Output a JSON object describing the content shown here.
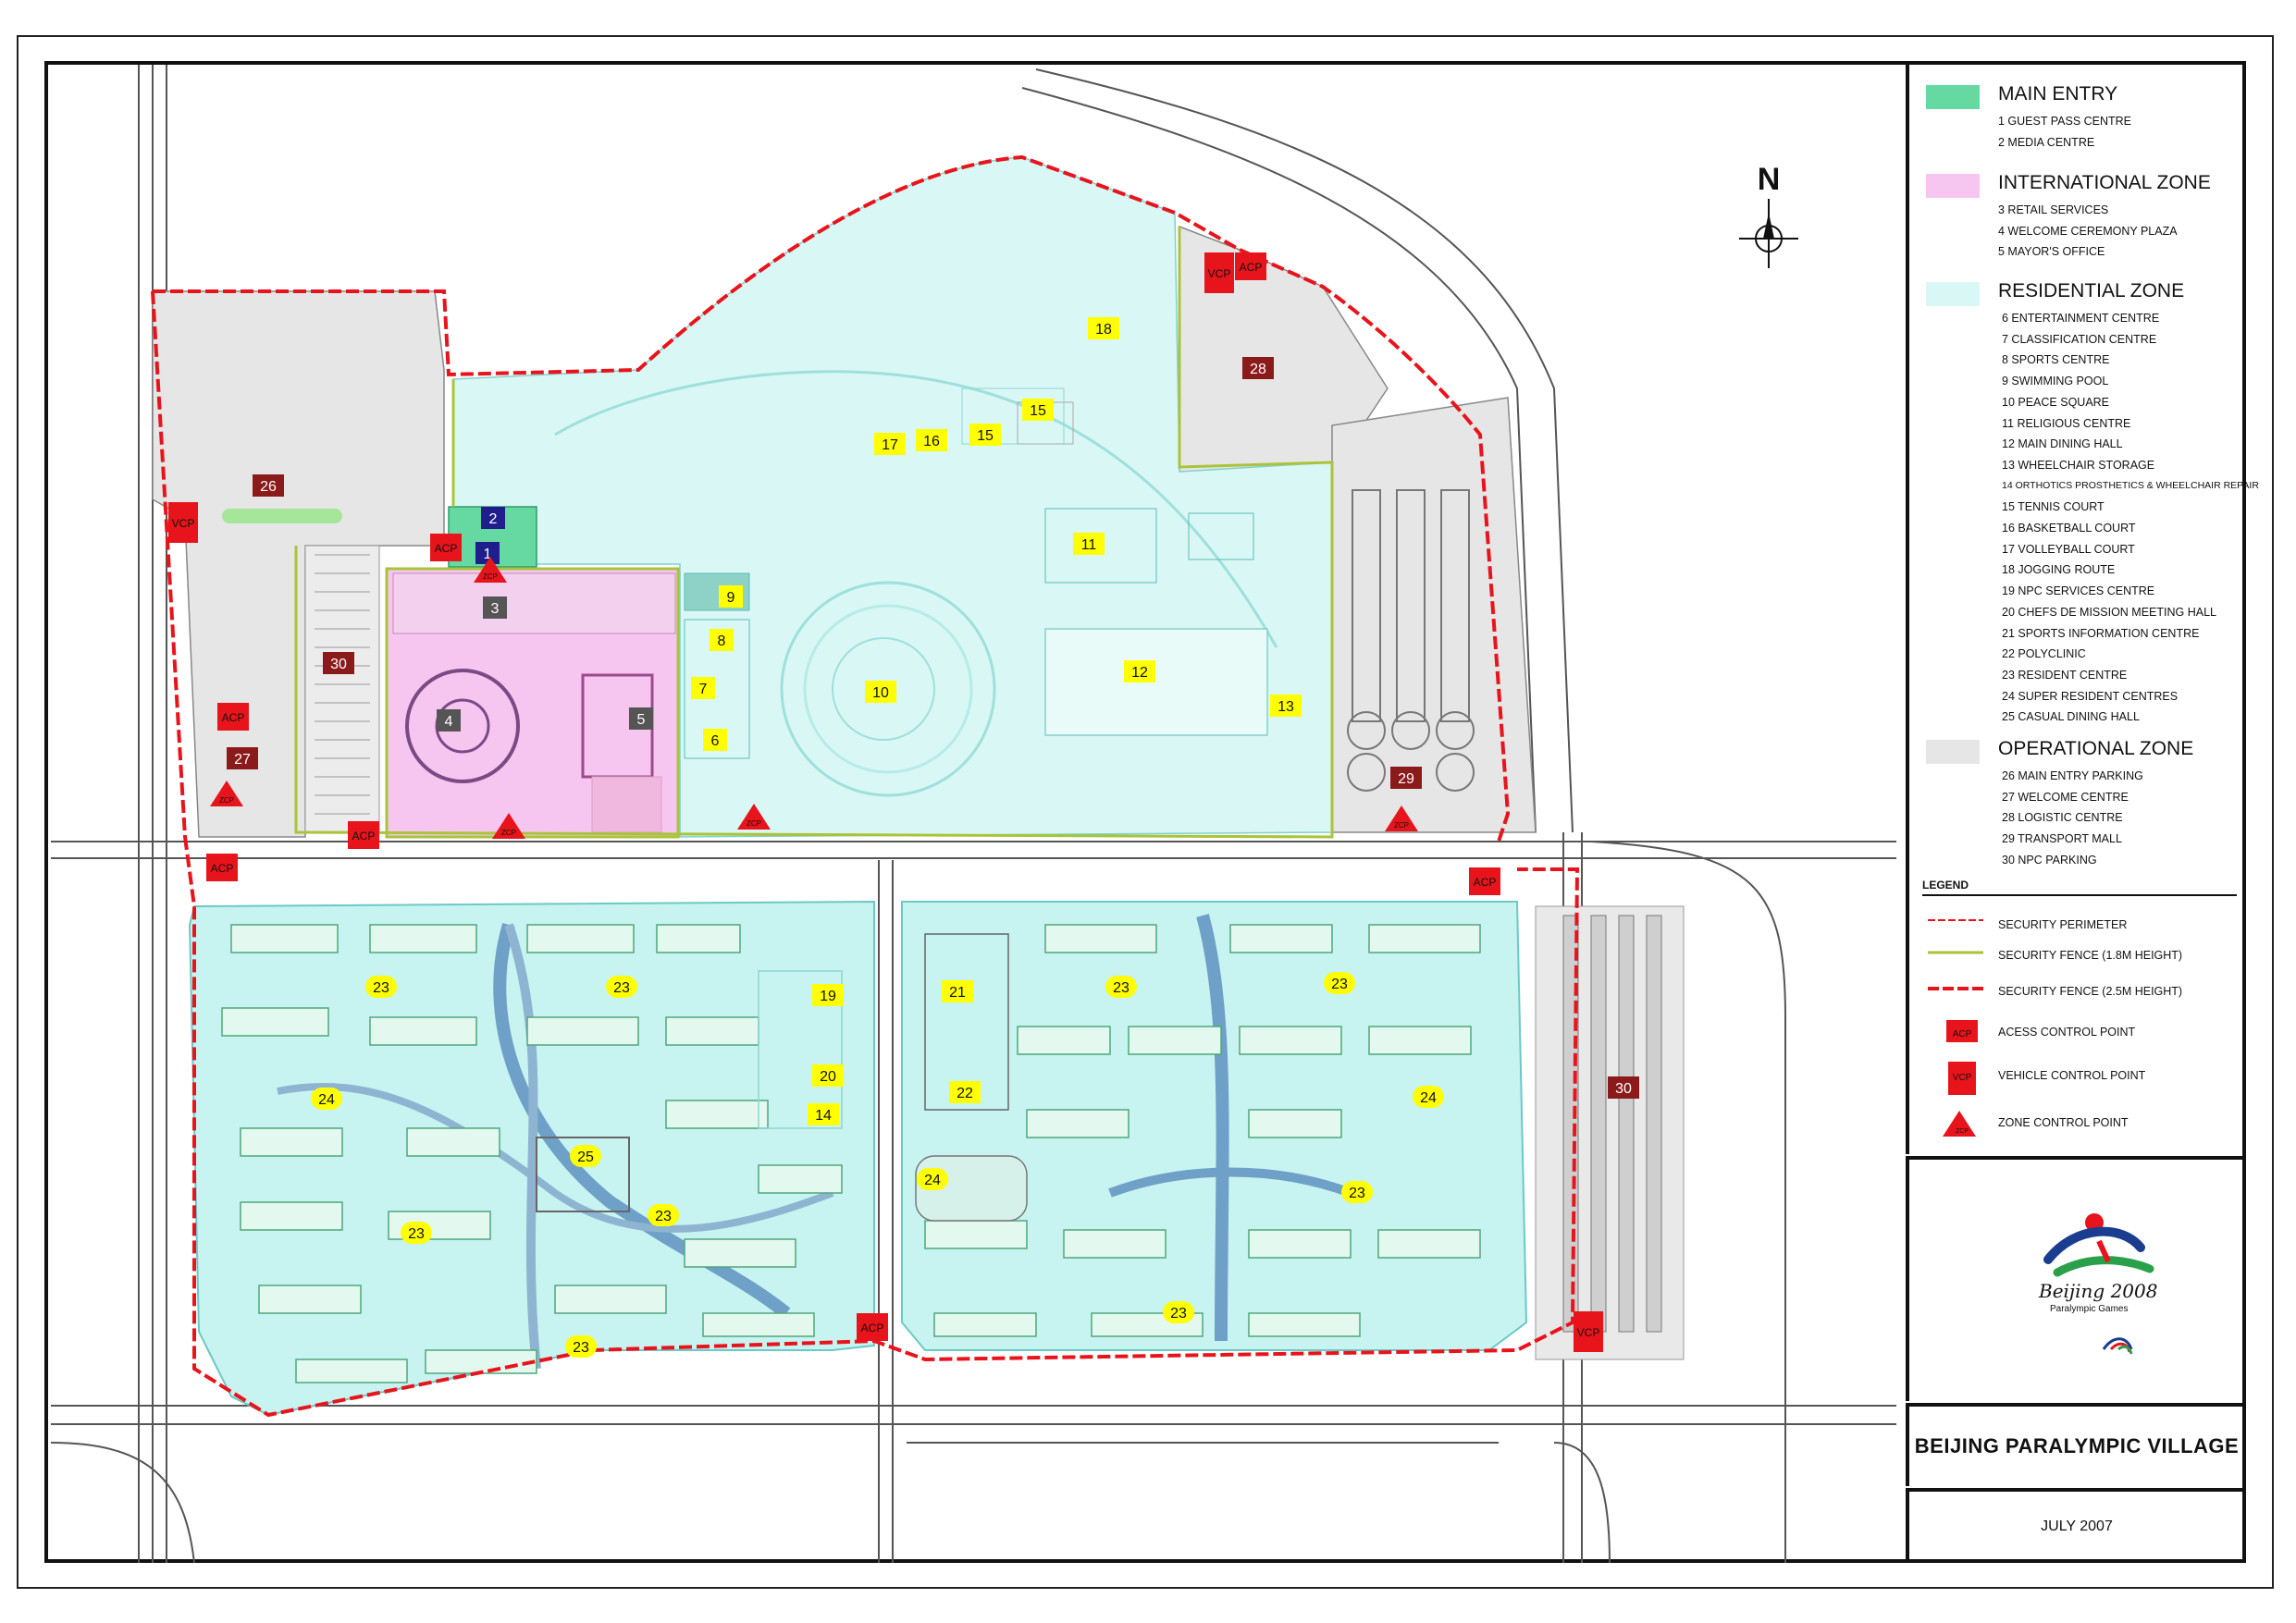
{
  "map": {
    "north_label": "N",
    "markers": [
      {
        "label": "1",
        "style": "entry"
      },
      {
        "label": "2",
        "style": "entry"
      },
      {
        "label": "3",
        "style": "intl"
      },
      {
        "label": "4",
        "style": "intl"
      },
      {
        "label": "5",
        "style": "intl"
      },
      {
        "label": "6",
        "style": "res"
      },
      {
        "label": "7",
        "style": "res"
      },
      {
        "label": "8",
        "style": "res"
      },
      {
        "label": "9",
        "style": "res"
      },
      {
        "label": "10",
        "style": "res"
      },
      {
        "label": "11",
        "style": "res"
      },
      {
        "label": "12",
        "style": "res"
      },
      {
        "label": "13",
        "style": "res"
      },
      {
        "label": "14",
        "style": "res"
      },
      {
        "label": "15",
        "style": "res"
      },
      {
        "label": "15",
        "style": "res"
      },
      {
        "label": "16",
        "style": "res"
      },
      {
        "label": "17",
        "style": "res"
      },
      {
        "label": "18",
        "style": "res"
      },
      {
        "label": "19",
        "style": "res"
      },
      {
        "label": "20",
        "style": "res"
      },
      {
        "label": "21",
        "style": "res"
      },
      {
        "label": "22",
        "style": "res"
      },
      {
        "label": "23",
        "style": "res"
      },
      {
        "label": "23",
        "style": "res"
      },
      {
        "label": "23",
        "style": "res"
      },
      {
        "label": "23",
        "style": "res"
      },
      {
        "label": "23",
        "style": "res"
      },
      {
        "label": "23",
        "style": "res"
      },
      {
        "label": "23",
        "style": "res"
      },
      {
        "label": "23",
        "style": "res"
      },
      {
        "label": "23",
        "style": "res"
      },
      {
        "label": "24",
        "style": "res"
      },
      {
        "label": "24",
        "style": "res"
      },
      {
        "label": "24",
        "style": "res"
      },
      {
        "label": "25",
        "style": "res"
      },
      {
        "label": "26",
        "style": "op"
      },
      {
        "label": "27",
        "style": "op"
      },
      {
        "label": "28",
        "style": "op"
      },
      {
        "label": "29",
        "style": "op"
      },
      {
        "label": "30",
        "style": "op"
      },
      {
        "label": "30",
        "style": "op"
      }
    ],
    "control_points": [
      {
        "type": "VCP"
      },
      {
        "type": "VCP"
      },
      {
        "type": "VCP"
      },
      {
        "type": "ACP"
      },
      {
        "type": "ACP"
      },
      {
        "type": "ACP"
      },
      {
        "type": "ACP"
      },
      {
        "type": "ACP"
      },
      {
        "type": "ACP"
      },
      {
        "type": "ACP"
      },
      {
        "type": "ZCP"
      },
      {
        "type": "ZCP"
      },
      {
        "type": "ZCP"
      },
      {
        "type": "ZCP"
      },
      {
        "type": "ZCP"
      }
    ],
    "colors": {
      "main_entry": "#66d9a3",
      "international": "#f7c6f0",
      "residential": "#d9f7f5",
      "operational": "#e6e6e6",
      "perimeter": "#e8141c",
      "fence_low": "#a9c43b",
      "marker_yellow": "#ffff00",
      "marker_dark": "#8b1a1a"
    }
  },
  "legend": {
    "zones": [
      {
        "title": "MAIN ENTRY",
        "color": "#66d9a3",
        "items": [
          "1 GUEST PASS CENTRE",
          "2 MEDIA CENTRE"
        ]
      },
      {
        "title": "INTERNATIONAL ZONE",
        "color": "#f7c6f0",
        "items": [
          "3 RETAIL SERVICES",
          "4 WELCOME CEREMONY PLAZA",
          "5 MAYOR'S OFFICE"
        ]
      },
      {
        "title": "RESIDENTIAL ZONE",
        "color": "#d9f7f5",
        "items": [
          "6  ENTERTAINMENT CENTRE",
          "7  CLASSIFICATION CENTRE",
          "8  SPORTS CENTRE",
          "9  SWIMMING POOL",
          "10 PEACE SQUARE",
          "11 RELIGIOUS CENTRE",
          "12 MAIN DINING HALL",
          "13 WHEELCHAIR STORAGE",
          "14 ORTHOTICS PROSTHETICS & WHEELCHAIR REPAIR",
          "15 TENNIS COURT",
          "16 BASKETBALL COURT",
          "17 VOLLEYBALL COURT",
          "18 JOGGING ROUTE",
          "19 NPC SERVICES CENTRE",
          "20 CHEFS DE MISSION MEETING HALL",
          "21 SPORTS INFORMATION CENTRE",
          "22 POLYCLINIC",
          "23 RESIDENT CENTRE",
          "24 SUPER RESIDENT CENTRES",
          "25 CASUAL DINING HALL"
        ]
      },
      {
        "title": "OPERATIONAL ZONE",
        "color": "#e6e6e6",
        "items": [
          "26  MAIN ENTRY PARKING",
          "27  WELCOME CENTRE",
          "28  LOGISTIC CENTRE",
          "29  TRANSPORT MALL",
          "30  NPC PARKING"
        ]
      }
    ],
    "heading": "LEGEND",
    "symbols": [
      {
        "label": "SECURITY PERIMETER",
        "kind": "perimeter"
      },
      {
        "label": "SECURITY FENCE (1.8M HEIGHT)",
        "kind": "fence18"
      },
      {
        "label": "SECURITY FENCE (2.5M HEIGHT)",
        "kind": "fence25"
      },
      {
        "label": "ACESS CONTROL POINT",
        "kind": "acp",
        "abbr": "ACP"
      },
      {
        "label": "VEHICLE CONTROL POINT",
        "kind": "vcp",
        "abbr": "VCP"
      },
      {
        "label": "ZONE CONTROL POINT",
        "kind": "zcp",
        "abbr": "ZCP"
      }
    ]
  },
  "logo": {
    "line1": "Beijing 2008",
    "line2": "Paralympic Games"
  },
  "title": "BEIJING PARALYMPIC VILLAGE",
  "date": "JULY 2007"
}
